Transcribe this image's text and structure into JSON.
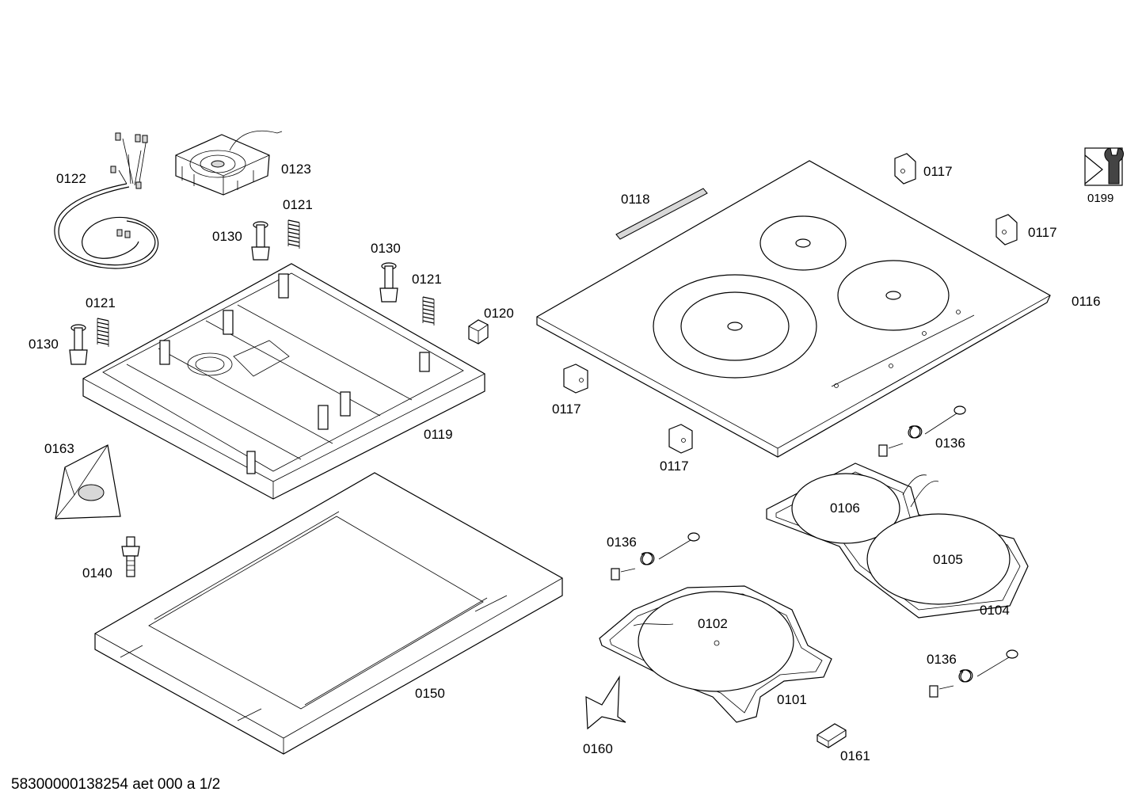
{
  "labels": {
    "p0122": "0122",
    "p0123": "0123",
    "p0121a": "0121",
    "p0121b": "0121",
    "p0121c": "0121",
    "p0130a": "0130",
    "p0130b": "0130",
    "p0130c": "0130",
    "p0120": "0120",
    "p0119": "0119",
    "p0163": "0163",
    "p0140": "0140",
    "p0150": "0150",
    "p0118": "0118",
    "p0117a": "0117",
    "p0117b": "0117",
    "p0117c": "0117",
    "p0117d": "0117",
    "p0116": "0116",
    "p0199": "0199",
    "p0136a": "0136",
    "p0136b": "0136",
    "p0136c": "0136",
    "p0106": "0106",
    "p0105": "0105",
    "p0104": "0104",
    "p0102": "0102",
    "p0101": "0101",
    "p0160": "0160",
    "p0161": "0161"
  },
  "footer": "58300000138254 aet 000 a 1/2"
}
